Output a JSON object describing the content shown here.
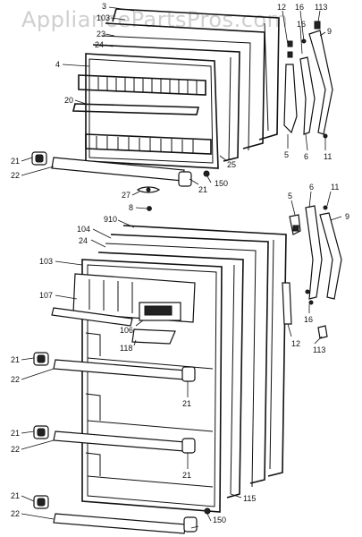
{
  "watermark": "AppliancePartsPros.com",
  "labels": [
    {
      "id": "l3",
      "text": "3"
    },
    {
      "id": "l103top",
      "text": "103"
    },
    {
      "id": "l23",
      "text": "23"
    },
    {
      "id": "l24top",
      "text": "24"
    },
    {
      "id": "l4",
      "text": "4"
    },
    {
      "id": "l20",
      "text": "20"
    },
    {
      "id": "l12top",
      "text": "12"
    },
    {
      "id": "l16top1",
      "text": "16"
    },
    {
      "id": "l113top",
      "text": "113"
    },
    {
      "id": "l16top2",
      "text": "16"
    },
    {
      "id": "l9top",
      "text": "9"
    },
    {
      "id": "l5top",
      "text": "5"
    },
    {
      "id": "l6top",
      "text": "6"
    },
    {
      "id": "l11top",
      "text": "11"
    },
    {
      "id": "l25",
      "text": "25"
    },
    {
      "id": "l21a",
      "text": "21"
    },
    {
      "id": "l22a",
      "text": "22"
    },
    {
      "id": "l150a",
      "text": "150"
    },
    {
      "id": "l21b",
      "text": "21"
    },
    {
      "id": "l27",
      "text": "27"
    },
    {
      "id": "l8",
      "text": "8"
    },
    {
      "id": "l910",
      "text": "910"
    },
    {
      "id": "l104",
      "text": "104"
    },
    {
      "id": "l24b",
      "text": "24"
    },
    {
      "id": "l103b",
      "text": "103"
    },
    {
      "id": "l107",
      "text": "107"
    },
    {
      "id": "l106",
      "text": "106"
    },
    {
      "id": "l118",
      "text": "118"
    },
    {
      "id": "l5b",
      "text": "5"
    },
    {
      "id": "l6b",
      "text": "6"
    },
    {
      "id": "l11b",
      "text": "11"
    },
    {
      "id": "l9b",
      "text": "9"
    },
    {
      "id": "l16b",
      "text": "16"
    },
    {
      "id": "l12b",
      "text": "12"
    },
    {
      "id": "l113b",
      "text": "113"
    },
    {
      "id": "l21c",
      "text": "21"
    },
    {
      "id": "l22c",
      "text": "22"
    },
    {
      "id": "l21d",
      "text": "21"
    },
    {
      "id": "l21e",
      "text": "21"
    },
    {
      "id": "l22e",
      "text": "22"
    },
    {
      "id": "l21f",
      "text": "21"
    },
    {
      "id": "l21g",
      "text": "21"
    },
    {
      "id": "l22g",
      "text": "22"
    },
    {
      "id": "l115",
      "text": "115"
    },
    {
      "id": "l150b",
      "text": "150"
    }
  ]
}
